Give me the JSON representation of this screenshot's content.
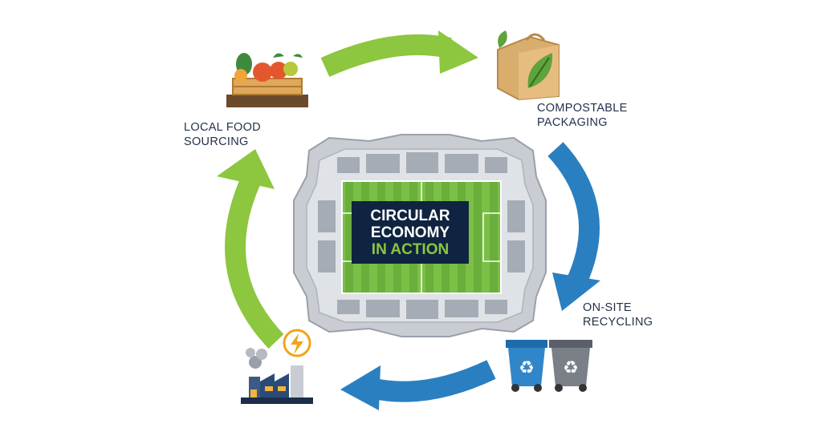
{
  "center": {
    "title_line1": "CIRCULAR",
    "title_line2": "ECONOMY",
    "title_line3": "IN ACTION"
  },
  "nodes": [
    {
      "name": "local-food-sourcing",
      "line1": "LOCAL FOOD",
      "line2": "SOURCING",
      "icon": "produce-crate-icon"
    },
    {
      "name": "compostable-packaging",
      "line1": "COMPOSTABLE",
      "line2": "PACKAGING",
      "icon": "paper-bag-leaf-icon"
    },
    {
      "name": "on-site-recycling",
      "line1": "ON-SITE",
      "line2": "RECYCLING",
      "icon": "recycling-bins-icon"
    },
    {
      "name": "energy-plant",
      "icon": "factory-energy-icon"
    }
  ],
  "colors": {
    "green_arrow": "#8dc63f",
    "blue_arrow": "#2a7fc1",
    "title_bg": "#0f2440",
    "title_accent": "#8bc540",
    "text": "#23324a",
    "stadium_gray": "#c9ccd2",
    "field_green": "#74b843"
  }
}
